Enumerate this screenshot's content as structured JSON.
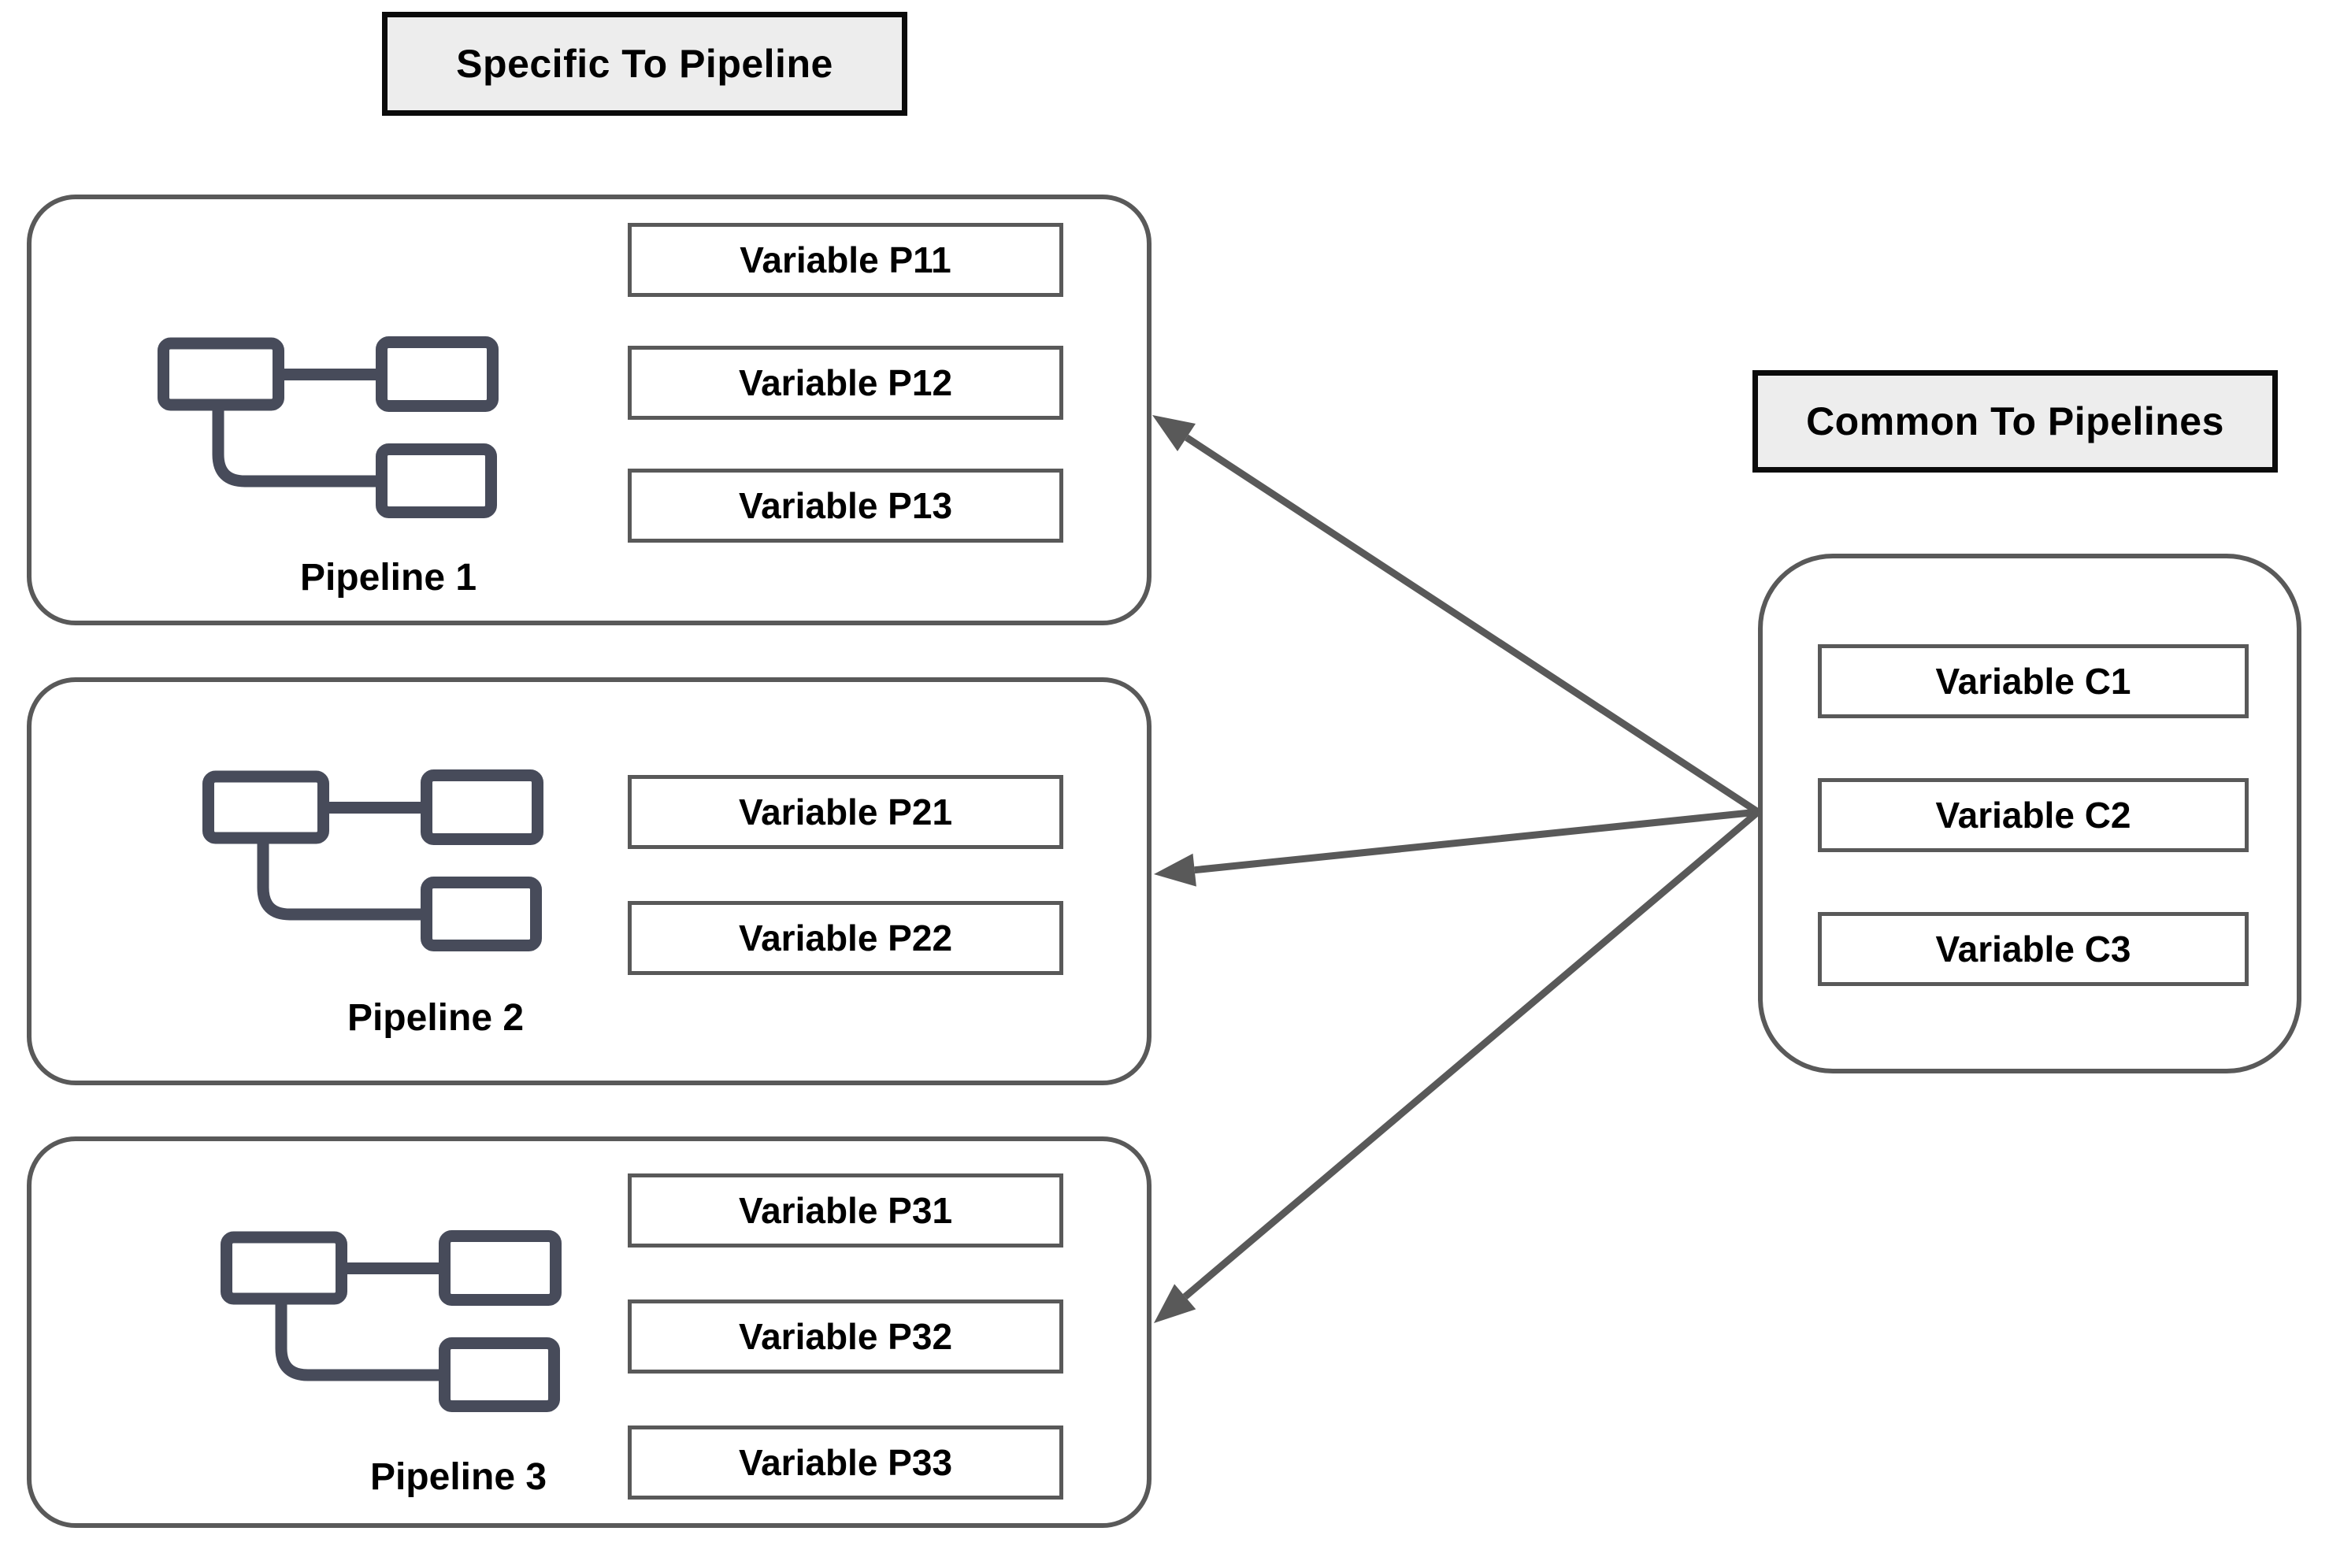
{
  "diagram": {
    "left_title": "Specific To Pipeline",
    "right_title": "Common To Pipelines",
    "pipelines": [
      {
        "label": "Pipeline 1",
        "variables": [
          "Variable P11",
          "Variable P12",
          "Variable P13"
        ]
      },
      {
        "label": "Pipeline 2",
        "variables": [
          "Variable P21",
          "Variable P22"
        ]
      },
      {
        "label": "Pipeline 3",
        "variables": [
          "Variable P31",
          "Variable P32",
          "Variable P33"
        ]
      }
    ],
    "common": {
      "variables": [
        "Variable C1",
        "Variable C2",
        "Variable C3"
      ]
    },
    "arrows": [
      {
        "from": "common-container",
        "to": "pipeline-1"
      },
      {
        "from": "common-container",
        "to": "pipeline-2"
      },
      {
        "from": "common-container",
        "to": "pipeline-3"
      }
    ],
    "colors": {
      "outline": "#595959",
      "icon": "#474B5A",
      "title_fill": "#EDEDED",
      "title_border": "#0B0B0B",
      "arrow": "#595959",
      "text": "#000000",
      "background": "#FFFFFF"
    }
  }
}
